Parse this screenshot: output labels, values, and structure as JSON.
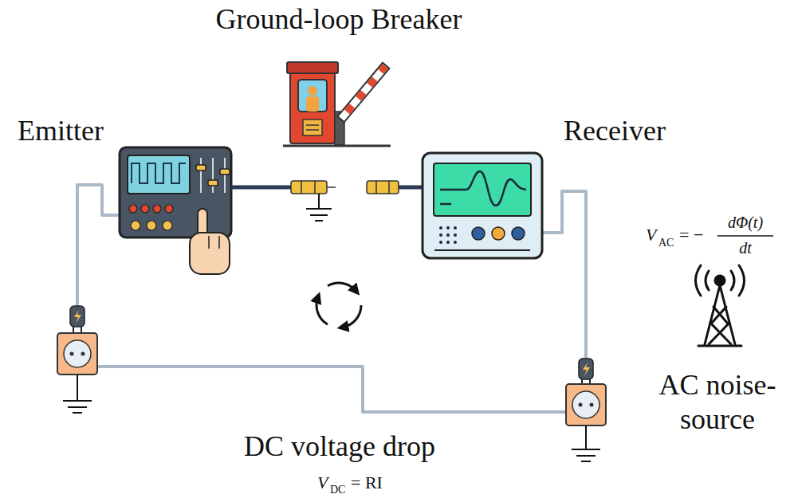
{
  "diagram": {
    "labels": [
      "Ground-loop Breaker",
      "Emitter",
      "Receiver",
      "V",
      "AC",
      "= −",
      "dΦ(t)",
      "dt",
      "AC noise-source",
      "DC voltage drop",
      "V",
      "DC",
      "= RI"
    ]
  }
}
